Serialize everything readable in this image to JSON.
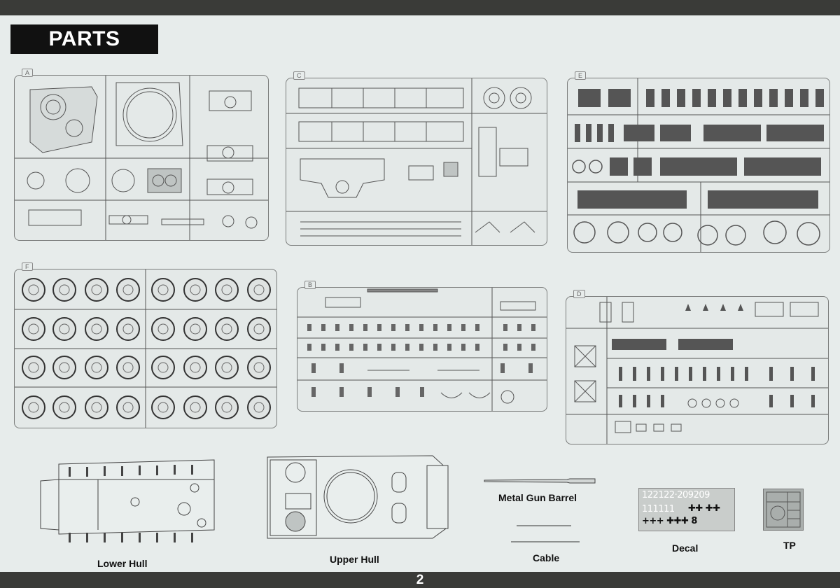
{
  "header": {
    "title": "PARTS"
  },
  "sprues": [
    {
      "id": "A",
      "label": "A"
    },
    {
      "id": "C",
      "label": "C"
    },
    {
      "id": "E",
      "label": "E"
    },
    {
      "id": "F",
      "label": "F"
    },
    {
      "id": "B",
      "label": "B"
    },
    {
      "id": "D",
      "label": "D"
    }
  ],
  "components": {
    "lower_hull": "Lower Hull",
    "upper_hull": "Upper Hull",
    "metal_gun_barrel": "Metal Gun Barrel",
    "cable": "Cable",
    "decal": "Decal",
    "tp": "TP"
  },
  "decal_sheet": {
    "line1": "122122·209209",
    "line2": "111111",
    "line2_crosses": "✚✚  ✚✚",
    "line3": "+++  ✚✚✚  8"
  },
  "footer": {
    "page_number": "2"
  },
  "colors": {
    "page": "#e7eceb",
    "sprue": "#7a7c7b",
    "title_bg": "#111111",
    "frame": "#3a3b38"
  }
}
